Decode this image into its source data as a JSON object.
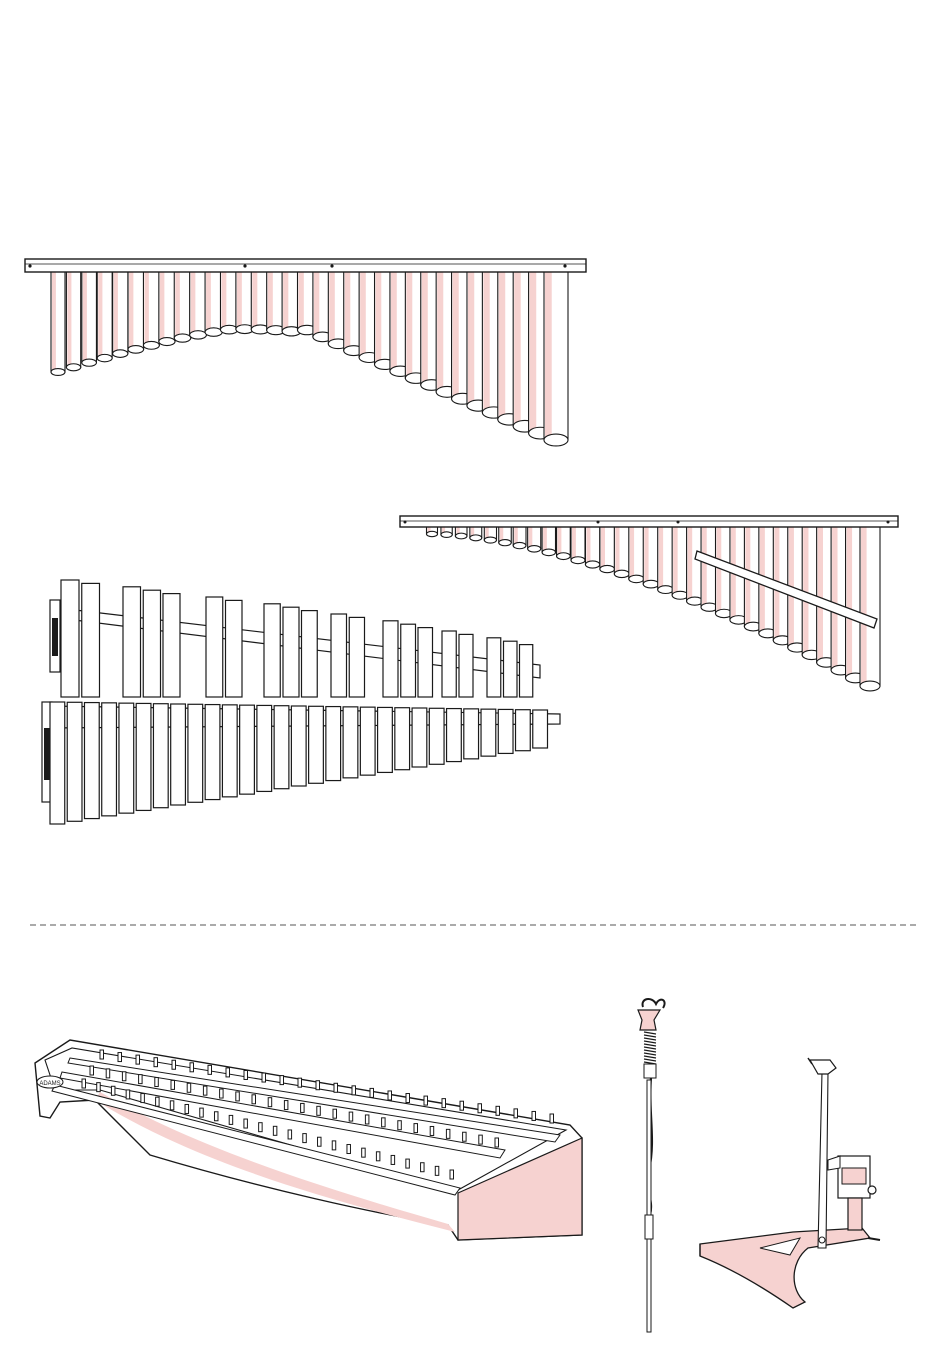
{
  "colors": {
    "line": "#1a1a1a",
    "tint": "#f6d2d0",
    "paper": "#ffffff"
  },
  "resonators_top": {
    "count": 33
  },
  "resonators_right": {
    "count": 31
  },
  "keyboard": {
    "upper_bars": 21,
    "lower_bars": 29
  },
  "frame_posts": {
    "row_count": 3,
    "posts_per_row": 26
  },
  "logo": {
    "text": "ADAMS"
  }
}
